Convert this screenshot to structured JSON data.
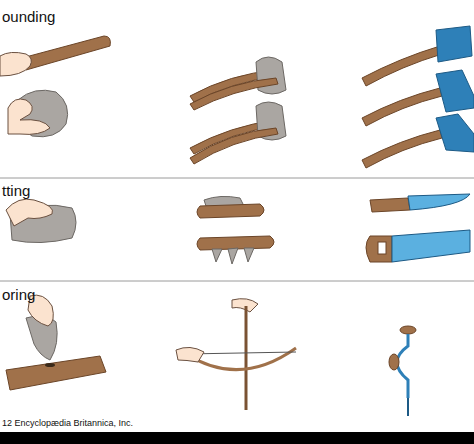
{
  "diagram": {
    "labels": [
      "ounding",
      "tting",
      "oring",
      "12 Encyclopædia Britannica, Inc."
    ]
  }
}
